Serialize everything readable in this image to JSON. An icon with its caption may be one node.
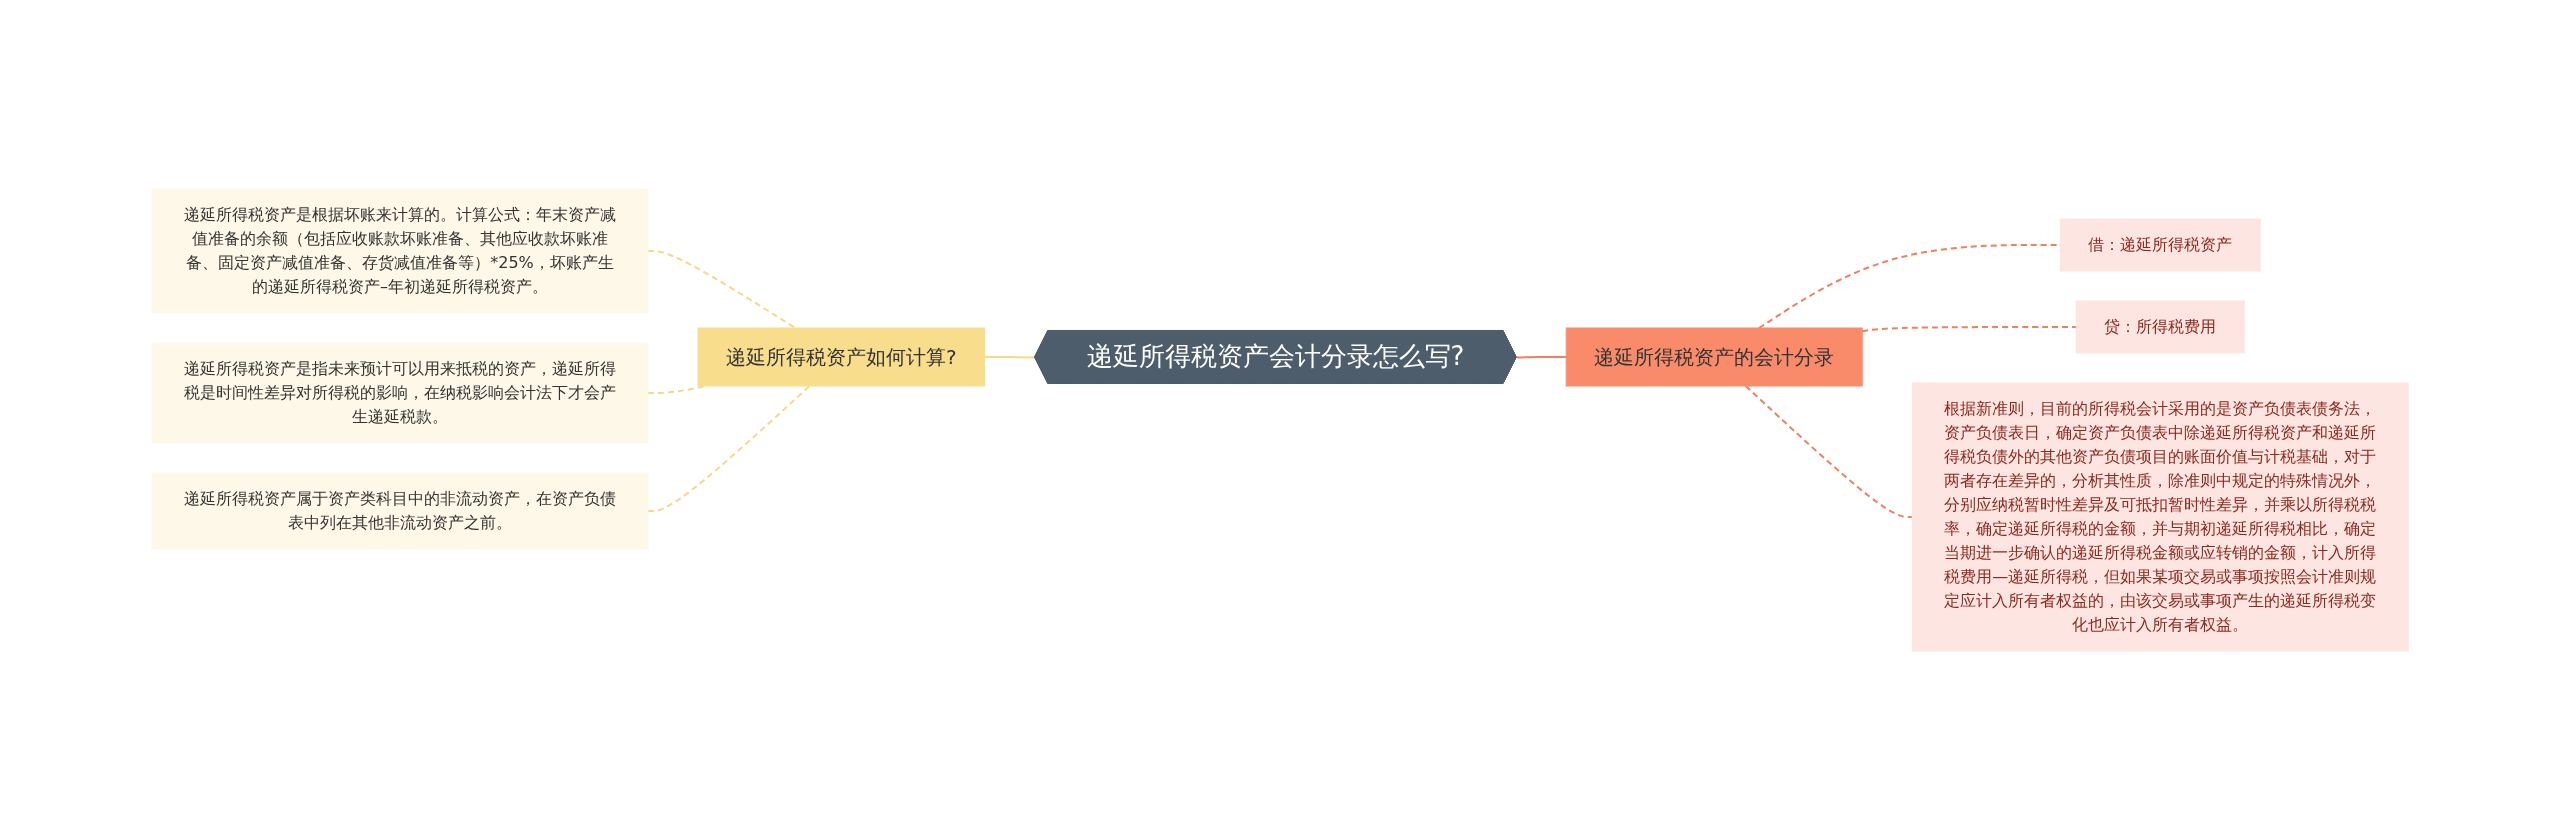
{
  "diagram": {
    "nodes": [
      {
        "text": [
          "递延所得税资产会计分录怎么写?"
        ]
      },
      {
        "text": [
          "递延所得税资产如何计算?"
        ]
      },
      {
        "text": [
          "递延所得税资产是根据坏账来计算的。计算公式：年末资产减值准备的余额（包括应收账款坏账准备、其他应收款坏账准备、固定资产减值准备、存货减值准备等）*25%，坏账产生的递延所得税资产–年初递延所得税资产。"
        ]
      },
      {
        "text": [
          "递延所得税资产是指未来预计可以用来抵税的资产，递延所得税是时间性差异对所得税的影响，在纳税影响会计法下才会产生递延税款。"
        ]
      },
      {
        "text": [
          "递延所得税资产属于资产类科目中的非流动资产，在资产负债表中列在其他非流动资产之前。"
        ]
      },
      {
        "text": [
          "递延所得税资产的会计分录"
        ]
      },
      {
        "text": [
          "借：递延所得税资产"
        ]
      },
      {
        "text": [
          "贷：所得税费用"
        ]
      },
      {
        "text": [
          "根据新准则，目前的所得税会计采用的是资产负债表债务法，资产负债表日，确定资产负债表中除递延所得税资产和递延所得税负债外的其他资产负债项目的账面价值与计税基础，对于两者存在差异的，分析其性质，除准则中规定的特殊情况外，分别应纳税暂时性差异及可抵扣暂时性差异，并乘以所得税税率，确定递延所得税的金额，并与期初递延所得税相比，确定当期进一步确认的递延所得税金额或应转销的金额，计入所得税费用—递延所得税，但如果某项交易或事项按照会计准则规定应计入所有者权益的，由该交易或事项产生的递延所得税变化也应计入所有者权益。"
        ]
      }
    ],
    "edges": [
      {
        "from": 0,
        "to": 1,
        "arrow": "none",
        "color": "#f5d98b"
      },
      {
        "from": 1,
        "to": 2,
        "arrow": "none",
        "style": "dashed",
        "color": "#f5d98b"
      },
      {
        "from": 1,
        "to": 3,
        "arrow": "none",
        "style": "dashed",
        "color": "#f5d98b"
      },
      {
        "from": 1,
        "to": 4,
        "arrow": "none",
        "style": "dashed",
        "color": "#f5d98b"
      },
      {
        "from": 0,
        "to": 5,
        "arrow": "none",
        "color": "#f08060"
      },
      {
        "from": 5,
        "to": 6,
        "arrow": "none",
        "style": "dashed",
        "color": "#f08060"
      },
      {
        "from": 5,
        "to": 7,
        "arrow": "none",
        "style": "dashed",
        "color": "#f08060"
      },
      {
        "from": 5,
        "to": 8,
        "arrow": "none",
        "style": "dashed",
        "color": "#f08060"
      }
    ]
  }
}
